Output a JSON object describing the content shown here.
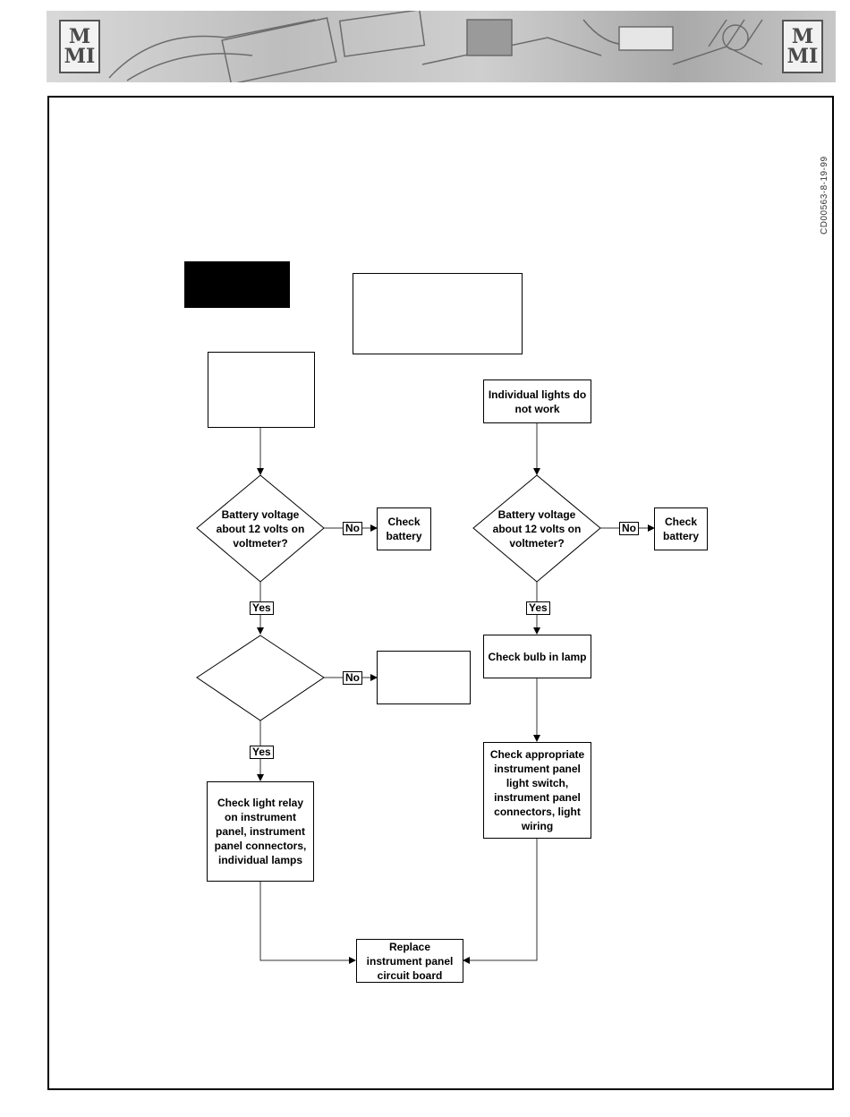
{
  "header": {
    "logo_left": [
      "M",
      "MI"
    ],
    "logo_right": [
      "M",
      "MI"
    ]
  },
  "doc_id": "CD00563-8-19-99",
  "flowchart": {
    "left_start": "",
    "top_note": "",
    "right_start": "Individual lights do not work",
    "decision_left_1": "Battery voltage about 12 volts on voltmeter?",
    "decision_right_1": "Battery voltage about 12 volts on voltmeter?",
    "decision_left_2": "",
    "check_battery_left": "Check battery",
    "check_battery_right": "Check battery",
    "left_no_box": "",
    "check_bulb": "Check bulb in lamp",
    "check_relay": "Check light relay on instrument panel, instrument panel connectors, individual lamps",
    "check_switch": "Check appropriate instrument panel light switch, instrument panel connectors, light wiring",
    "replace_board": "Replace instrument panel circuit board",
    "labels": {
      "no_left_1": "No",
      "no_right_1": "No",
      "no_left_2": "No",
      "yes_left_1": "Yes",
      "yes_right_1": "Yes",
      "yes_left_2": "Yes"
    }
  }
}
